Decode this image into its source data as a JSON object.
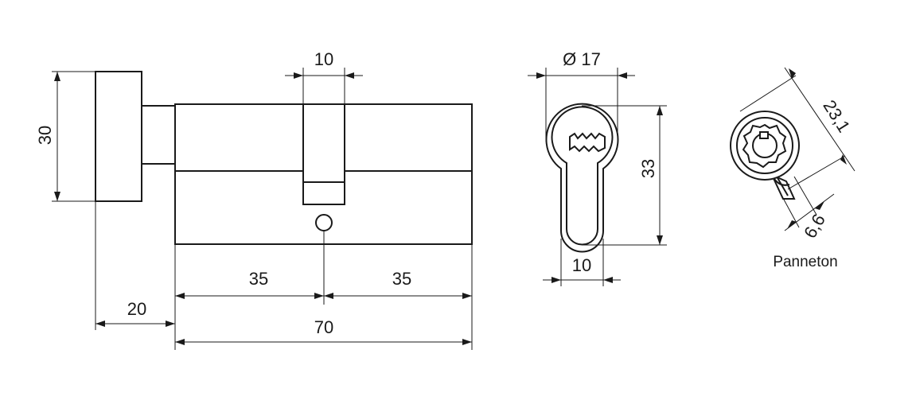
{
  "diagram": {
    "dimensions": {
      "cam_slot_width": "10",
      "knob_height": "30",
      "left_body_length": "35",
      "right_body_length": "35",
      "knob_length": "20",
      "total_length": "70",
      "diameter": "Ø 17",
      "profile_height": "33",
      "profile_width": "10",
      "cam_length": "23,1",
      "cam_width": "6,6"
    },
    "caption": "Panneton"
  }
}
